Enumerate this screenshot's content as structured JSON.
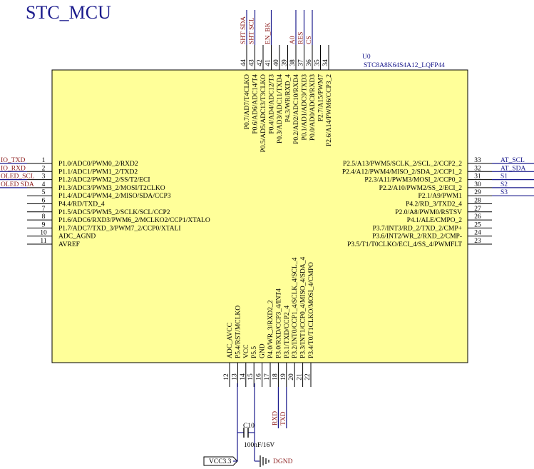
{
  "title": "STC_MCU",
  "colors": {
    "chip_fill": "#ffff99",
    "chip_stroke": "#000000",
    "wire": "#1a1a8c",
    "net_label": "#8b1a1a",
    "pin_line": "#000000"
  },
  "chip": {
    "ref": "U0",
    "part": "STC8A8K64S4A12_LQFP44",
    "left_pins": [
      {
        "num": "1",
        "name": "P1.0/ADC0/PWM0_2/RXD2",
        "net": "IO_TXD"
      },
      {
        "num": "2",
        "name": "P1.1/ADC1/PWM1_2/TXD2",
        "net": "IO_RXD"
      },
      {
        "num": "3",
        "name": "P1.2/ADC2/PWM2_2/SS/T2/ECI",
        "net": "OLED_SCL"
      },
      {
        "num": "4",
        "name": "P1.3/ADC3/PWM3_2/MOSI/T2CLKO",
        "net": "OLED SDA"
      },
      {
        "num": "5",
        "name": "P1.4/ADC4/PWM4_2/MISO/SDA/CCP3",
        "net": ""
      },
      {
        "num": "6",
        "name": "P4.4/RD/TXD_4",
        "net": ""
      },
      {
        "num": "7",
        "name": "P1.5/ADC5/PWM5_2/SCLK/SCL/CCP2",
        "net": ""
      },
      {
        "num": "8",
        "name": "P1.6/ADC6/RXD3/PWM6_2/MCLKO2/CCP1/XTALO",
        "net": ""
      },
      {
        "num": "9",
        "name": "P1.7/ADC7/TXD_3/PWM7_2/CCP0/XTALI",
        "net": ""
      },
      {
        "num": "10",
        "name": "ADC_AGND",
        "net": ""
      },
      {
        "num": "11",
        "name": "AVREF",
        "net": ""
      }
    ],
    "right_pins": [
      {
        "num": "33",
        "name": "P2.5/A13/PWM5/SCLK_2/SCL_2/CCP2_2",
        "net": "AT_SCL"
      },
      {
        "num": "32",
        "name": "P2.4/A12/PWM4/MISO_2/SDA_2/CCP1_2",
        "net": "AT_SDA"
      },
      {
        "num": "31",
        "name": "P2.3/A11/PWM3/MOSI_2/CCP0_2",
        "net": "S1"
      },
      {
        "num": "30",
        "name": "P2.2/A10/PWM2/SS_2/ECI_2",
        "net": "S2"
      },
      {
        "num": "29",
        "name": "P2.1/A9/PWM1",
        "net": "S3"
      },
      {
        "num": "28",
        "name": "P4.2/RD_3/TXD2_4",
        "net": ""
      },
      {
        "num": "27",
        "name": "P2.0/A8/PWM0/RSTSV",
        "net": ""
      },
      {
        "num": "26",
        "name": "P4.1/ALE/CMPO_2",
        "net": ""
      },
      {
        "num": "25",
        "name": "P3.7/INT3/RD_2/TXD_2/CMP+",
        "net": ""
      },
      {
        "num": "24",
        "name": "P3.6/INT2/WR_2/RXD_2/CMP-",
        "net": ""
      },
      {
        "num": "23",
        "name": "P3.5/T1/T0CLKO/ECI_4/SS_4/PWMFLT",
        "net": ""
      }
    ],
    "top_pins": [
      {
        "num": "44",
        "name": "P0.7/AD7/T4CLKO",
        "net": "SHT SDA"
      },
      {
        "num": "43",
        "name": "P0.6/AD6/ADC14/T4",
        "net": "SHT SCL"
      },
      {
        "num": "42",
        "name": "P0.5/AD5/ADC13/T3CLKO",
        "net": ""
      },
      {
        "num": "41",
        "name": "P0.4/AD4/ADC12/T3",
        "net": "EN_BK"
      },
      {
        "num": "40",
        "name": "P0.3/AD3/ADC11/TXD4",
        "net": ""
      },
      {
        "num": "39",
        "name": "P4.3/WR/RXD_4",
        "net": ""
      },
      {
        "num": "38",
        "name": "P0.2/AD2/ADC10/RXD4",
        "net": "A0"
      },
      {
        "num": "37",
        "name": "P0.1/AD1/ADC9/TXD3",
        "net": "RES"
      },
      {
        "num": "36",
        "name": "P0.0/AD0/ADC8/RXD3",
        "net": "CS"
      },
      {
        "num": "35",
        "name": "P2.7/A15/PWM7",
        "net": ""
      },
      {
        "num": "34",
        "name": "P2.6/A14/PWM6/CCP3_2",
        "net": ""
      }
    ],
    "bottom_pins": [
      {
        "num": "12",
        "name": "ADC_AVCC",
        "net": ""
      },
      {
        "num": "13",
        "name": "P5.4/RST/MCLKO",
        "net": ""
      },
      {
        "num": "14",
        "name": "VCC",
        "net": ""
      },
      {
        "num": "15",
        "name": "P5.5",
        "net": ""
      },
      {
        "num": "16",
        "name": "GND",
        "net": ""
      },
      {
        "num": "17",
        "name": "P4.0/WR_3/RXD2_2",
        "net": ""
      },
      {
        "num": "18",
        "name": "P3.0/RXD/CCP3_4/INT4",
        "net": "RXD"
      },
      {
        "num": "19",
        "name": "P3.1/TXD/CCP2_4",
        "net": "TXD"
      },
      {
        "num": "20",
        "name": "P3.2/INT0/CCP1_4/SCLK_4/SCL_4",
        "net": ""
      },
      {
        "num": "21",
        "name": "P3.3/INT1/CCP0_4/MISO_4/SDA_4",
        "net": ""
      },
      {
        "num": "22",
        "name": "P3.4/T0/T1CLKO/MOSI_4/CMPO",
        "net": ""
      }
    ]
  },
  "capacitor": {
    "ref": "C10",
    "value": "100nF/16V"
  },
  "power": {
    "vcc": "VCC3.3",
    "gnd": "DGND"
  }
}
